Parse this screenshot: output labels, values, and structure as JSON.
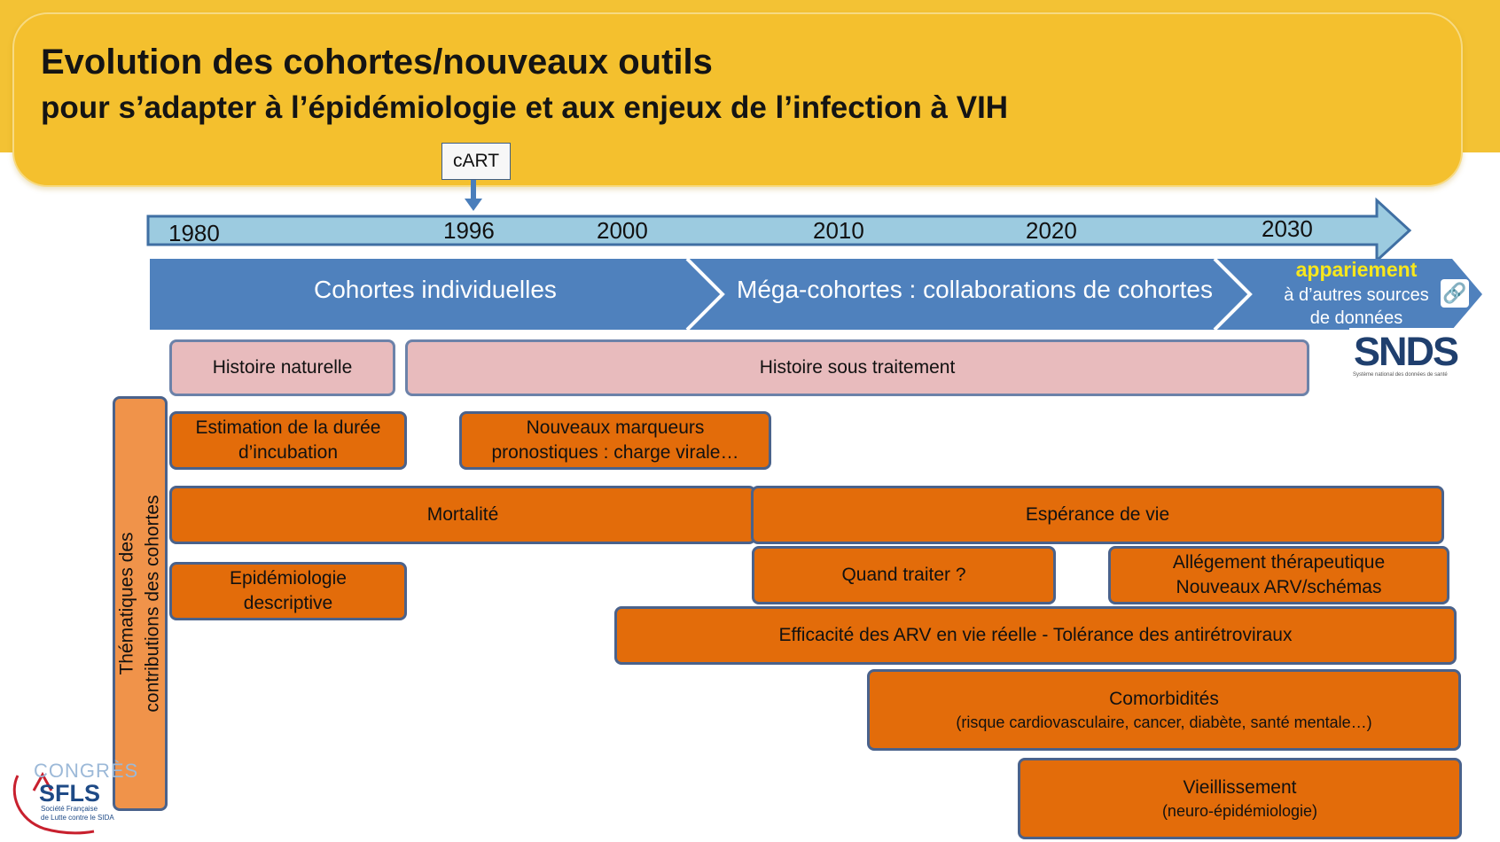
{
  "title": {
    "line1": "Evolution des cohortes/nouveaux outils",
    "line2": "pour s’adapter à l’épidémiologie et aux enjeux de l’infection à VIH"
  },
  "cart_label": "cART",
  "timeline": {
    "years": [
      "1980",
      "1996",
      "2000",
      "2010",
      "2020",
      "2030"
    ]
  },
  "phases": {
    "phase1": "Cohortes individuelles",
    "phase2": "Méga-cohortes : collaborations de cohortes",
    "phase3": {
      "highlight": "appariement",
      "line2": "à d’autres sources",
      "line3": "de données"
    }
  },
  "snds": {
    "logo_text": "SNDS",
    "caption": "Système national des données de santé"
  },
  "side_label": {
    "line1": "Thématiques des",
    "line2": "contributions  des cohortes"
  },
  "boxes": {
    "histoire_naturelle": "Histoire naturelle",
    "histoire_traitement": "Histoire sous traitement",
    "estimation_1": "Estimation de la durée",
    "estimation_2": "d’incubation",
    "marqueurs_1": "Nouveaux marqueurs",
    "marqueurs_2": "pronostiques  :  charge virale…",
    "mortalite": "Mortalité",
    "esperance": "Espérance de vie",
    "epidemio_1": "Epidémiologie",
    "epidemio_2": "descriptive",
    "quand_traiter": "Quand traiter ?",
    "allegement_1": "Allégement thérapeutique",
    "allegement_2": "Nouveaux ARV/schémas",
    "efficacite": "Efficacité des ARV en vie réelle - Tolérance  des antirétroviraux",
    "comorbidites_title": "Comorbidités",
    "comorbidites_sub": "(risque cardiovasculaire, cancer, diabète, santé mentale…)",
    "vieillissement_title": "Vieillissement",
    "vieillissement_sub": "(neuro-épidémiologie)"
  },
  "logo": {
    "congres": "CONGRÈS",
    "name": "SFLS",
    "sub1": "Société Française",
    "sub2": "de Lutte contre le SIDA"
  },
  "colors": {
    "header": "#F3C234",
    "timeline": "#9CCBE0",
    "phase": "#4F81BD",
    "pink_box": "#E8BBBD",
    "orange_box": "#E36C0A",
    "side_box": "#F0934A",
    "highlight": "#F8E71C"
  }
}
